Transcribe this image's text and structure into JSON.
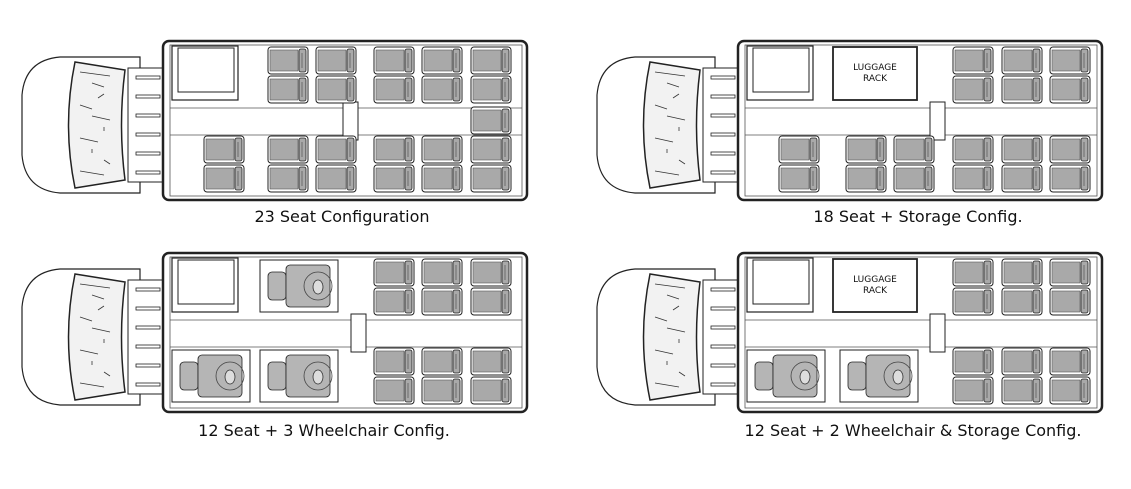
{
  "configs": [
    {
      "id": "c23",
      "caption": "23 Seat Configuration",
      "seats": 23,
      "wheelchairs": 0,
      "storage": false
    },
    {
      "id": "c18",
      "caption": "18 Seat + Storage Config.",
      "seats": 18,
      "wheelchairs": 0,
      "storage": true
    },
    {
      "id": "c12w3",
      "caption": "12 Seat + 3 Wheelchair Config.",
      "seats": 12,
      "wheelchairs": 3,
      "storage": false
    },
    {
      "id": "c12w2s",
      "caption": "12 Seat + 2 Wheelchair & Storage Config.",
      "seats": 12,
      "wheelchairs": 2,
      "storage": true
    }
  ],
  "luggage_rack_label": [
    "LUGGAGE",
    "RACK"
  ],
  "colors": {
    "seat": "#a9a9a9",
    "line": "#222222",
    "wheelchair": "#b5b5b5"
  }
}
